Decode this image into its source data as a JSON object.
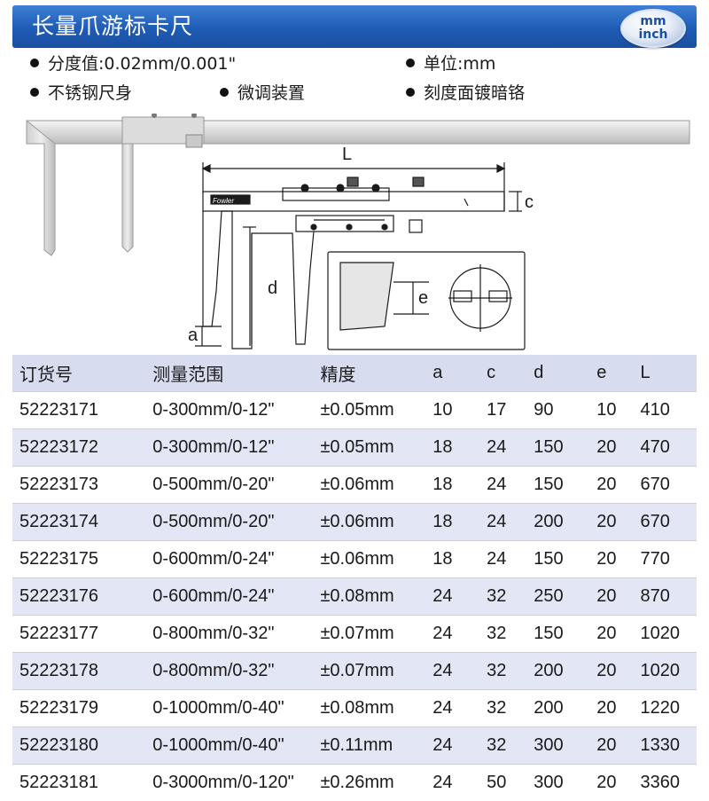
{
  "header": {
    "title": "长量爪游标卡尺",
    "unit_badge": [
      "mm",
      "inch"
    ]
  },
  "features": {
    "graduation": "分度值:0.02mm/0.001\"",
    "unit": "单位:mm",
    "body": "不锈钢尺身",
    "fine_adjust": "微调装置",
    "scale_face": "刻度面镀暗铬"
  },
  "diagram": {
    "dim_L": "L",
    "dim_c": "c",
    "dim_d": "d",
    "dim_a": "a",
    "dim_e": "e",
    "brand": "Fowler"
  },
  "table": {
    "headers": [
      "订货号",
      "测量范围",
      "精度",
      "a",
      "c",
      "d",
      "e",
      "L"
    ],
    "rows": [
      [
        "52223171",
        "0-300mm/0-12\"",
        "±0.05mm",
        "10",
        "17",
        "90",
        "10",
        "410"
      ],
      [
        "52223172",
        "0-300mm/0-12\"",
        "±0.05mm",
        "18",
        "24",
        "150",
        "20",
        "470"
      ],
      [
        "52223173",
        "0-500mm/0-20\"",
        "±0.06mm",
        "18",
        "24",
        "150",
        "20",
        "670"
      ],
      [
        "52223174",
        "0-500mm/0-20\"",
        "±0.06mm",
        "18",
        "24",
        "200",
        "20",
        "670"
      ],
      [
        "52223175",
        "0-600mm/0-24\"",
        "±0.06mm",
        "18",
        "24",
        "150",
        "20",
        "770"
      ],
      [
        "52223176",
        "0-600mm/0-24\"",
        "±0.08mm",
        "24",
        "32",
        "250",
        "20",
        "870"
      ],
      [
        "52223177",
        "0-800mm/0-32\"",
        "±0.07mm",
        "24",
        "32",
        "150",
        "20",
        "1020"
      ],
      [
        "52223178",
        "0-800mm/0-32\"",
        "±0.07mm",
        "24",
        "32",
        "200",
        "20",
        "1020"
      ],
      [
        "52223179",
        "0-1000mm/0-40\"",
        "±0.08mm",
        "24",
        "32",
        "200",
        "20",
        "1220"
      ],
      [
        "52223180",
        "0-1000mm/0-40\"",
        "±0.11mm",
        "24",
        "32",
        "300",
        "20",
        "1330"
      ],
      [
        "52223181",
        "0-3000mm/0-120\"",
        "±0.26mm",
        "24",
        "50",
        "300",
        "20",
        "3360"
      ]
    ]
  }
}
